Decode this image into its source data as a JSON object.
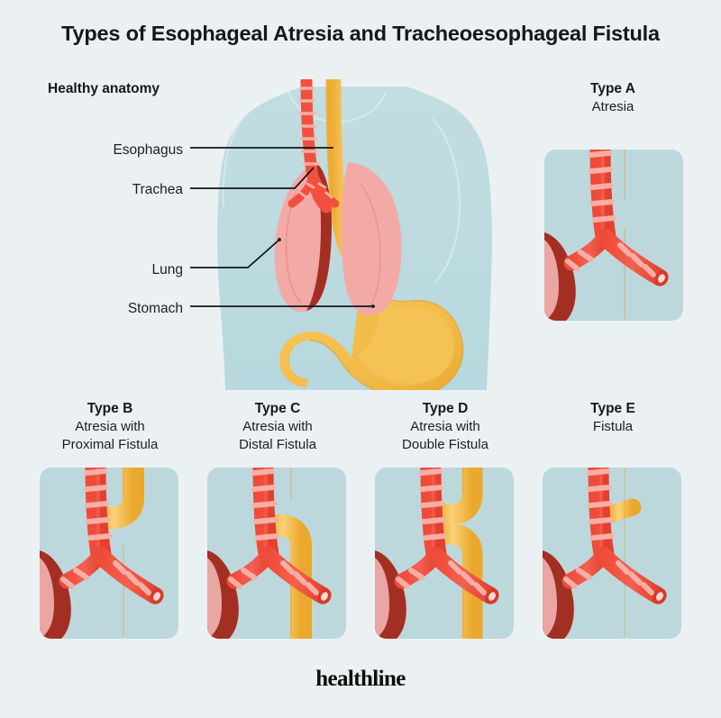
{
  "title": "Types of Esophageal Atresia and Tracheoesophageal Fistula",
  "healthy_section": {
    "heading": "Healthy anatomy",
    "labels": [
      {
        "id": "esophagus",
        "text": "Esophagus"
      },
      {
        "id": "trachea",
        "text": "Trachea"
      },
      {
        "id": "lung",
        "text": "Lung"
      },
      {
        "id": "stomach",
        "text": "Stomach"
      }
    ]
  },
  "types": [
    {
      "id": "a",
      "name": "Type A",
      "description": "Atresia"
    },
    {
      "id": "b",
      "name": "Type B",
      "description": "Atresia with Proximal Fistula"
    },
    {
      "id": "c",
      "name": "Type C",
      "description": "Atresia with Distal Fistula"
    },
    {
      "id": "d",
      "name": "Type D",
      "description": "Atresia with Double Fistula"
    },
    {
      "id": "e",
      "name": "Type E",
      "description": "Fistula"
    }
  ],
  "type_descriptions_lines": {
    "a": [
      "Atresia"
    ],
    "b": [
      "Atresia with",
      "Proximal Fistula"
    ],
    "c": [
      "Atresia with",
      "Distal Fistula"
    ],
    "d": [
      "Atresia with",
      "Double Fistula"
    ],
    "e": [
      "Fistula"
    ]
  },
  "footer": {
    "logo": "healthline"
  },
  "colors": {
    "background": "#ebf1f3",
    "panel_background": "#bdd8dd",
    "body_silhouette": "#bcdbe0",
    "trachea_red": "#f2503f",
    "trachea_band": "#f7aea6",
    "esophagus_yellow": "#f5b73f",
    "esophagus_yellow_light": "#fbd277",
    "stomach_yellow": "#f3bc4d",
    "lung_pink": "#f3aaa7",
    "lung_dark_red": "#a32f22",
    "text_dark": "#14181b",
    "leader_line": "#12161a"
  }
}
